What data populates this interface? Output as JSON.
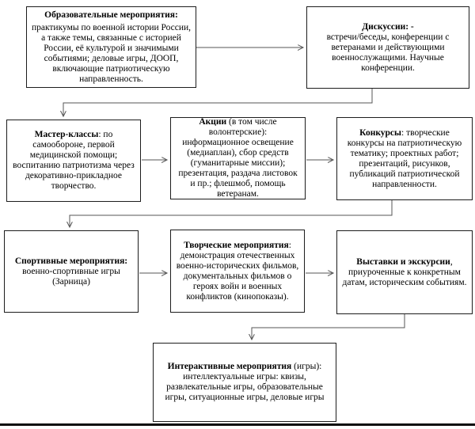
{
  "diagram": {
    "boxes": [
      {
        "id": "educational",
        "title": "Образовательные мероприятия:",
        "body": "практикумы по военной истории России, а также темы, связанные с историей России, её культурой и значимыми событиями; деловые игры, ДООП, включающие патриотическую направленность."
      },
      {
        "id": "discussions",
        "title": "Дискуссии: -",
        "body": "встречи/беседы, конференции с ветеранами и действующими военнослужащими. Научные конференции."
      },
      {
        "id": "master-classes",
        "title": "Мастер-классы",
        "body": ": по самообороне, первой медицинской помощи; воспитанию патриотизма через декоративно-прикладное творчество."
      },
      {
        "id": "actions",
        "title": "Акции",
        "body": " (в том числе волонтерские): информационное освещение (медиаплан), сбор средств (гуманитарные миссии); презентация, раздача листовок и пр.; флешмоб, помощь ветеранам."
      },
      {
        "id": "contests",
        "title": "Конкурсы",
        "body": ": творческие конкурсы на патриотическую тематику; проектных работ; презентаций, рисунков, публикаций патриотической направленности."
      },
      {
        "id": "sports",
        "title": "Спортивные мероприятия:",
        "body": "военно-спортивные игры (Зарница)"
      },
      {
        "id": "creative",
        "title": "Творческие мероприятия",
        "body": ": демонстрация отечественных военно-исторических фильмов, документальных фильмов о героях войн и военных конфликтов (кинопоказы)."
      },
      {
        "id": "exhibitions",
        "title": "Выставки и экскурсии",
        "body": ", приуроченные  к конкретным датам, историческим событиям."
      },
      {
        "id": "interactive",
        "title": "Интерактивные мероприятия",
        "body": " (игры): интеллектуальные  игры: квизы, развлекательные  игры, образовательные игры, ситуационные игры, деловые игры"
      }
    ],
    "colors": {
      "background": "#ffffff",
      "box_border": "#1c1c1c",
      "text": "#000000",
      "arrow": "#555555",
      "bottom_rule": "#0d0d0d"
    }
  }
}
